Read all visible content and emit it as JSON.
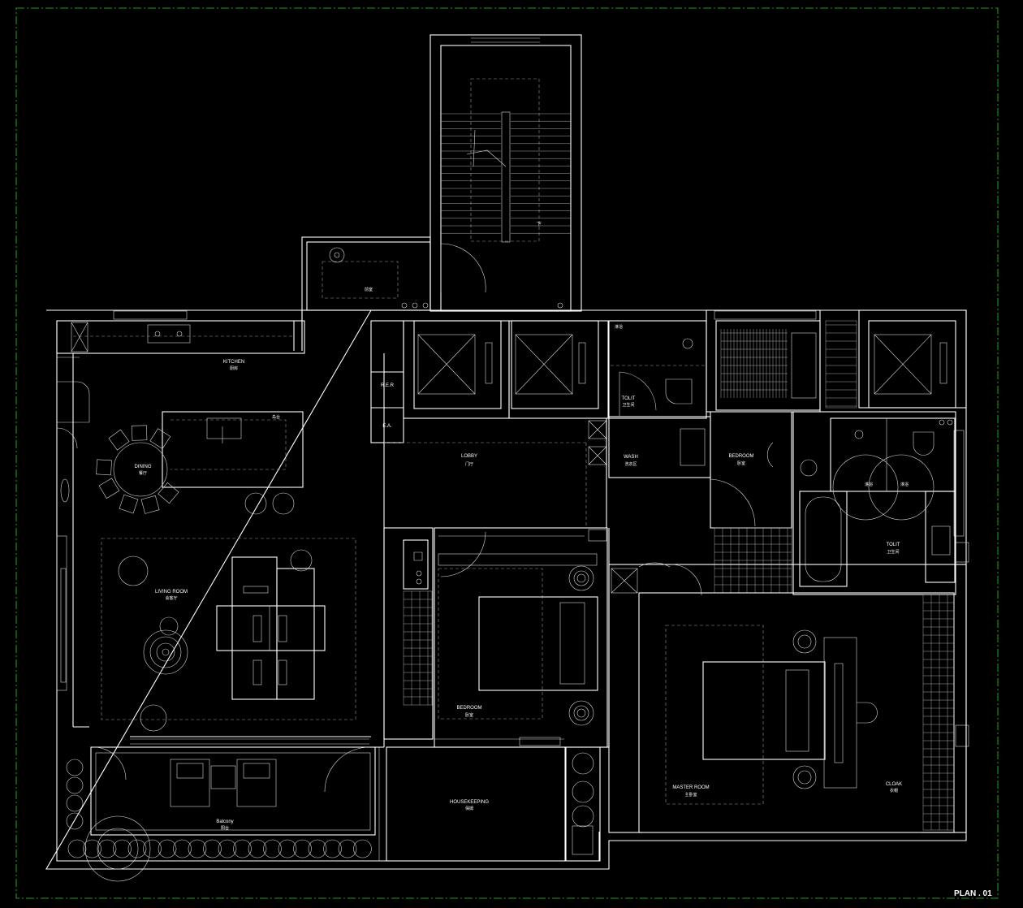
{
  "plan": {
    "title": "PLAN . 01",
    "rooms": [
      {
        "id": "kitchen",
        "en": "KITCHEN",
        "cn": "厨房"
      },
      {
        "id": "dining",
        "en": "DINING",
        "cn": "餐厅"
      },
      {
        "id": "living",
        "en": "LIVING ROOM",
        "cn": "会客厅"
      },
      {
        "id": "balcony",
        "en": "Balcony",
        "cn": "阳台"
      },
      {
        "id": "lobby",
        "en": "LOBBY",
        "cn": "门厅"
      },
      {
        "id": "bedroom-a",
        "en": "BEDROOM",
        "cn": "卧室"
      },
      {
        "id": "housekeeping",
        "en": "HOUSEKEEPING",
        "cn": "保姆"
      },
      {
        "id": "toilet-a",
        "en": "TOLIT",
        "cn": "卫生间"
      },
      {
        "id": "wash",
        "en": "WASH",
        "cn": "洗衣区"
      },
      {
        "id": "bedroom-b",
        "en": "BEDROOM",
        "cn": "卧室"
      },
      {
        "id": "toilet-b",
        "en": "TOLIT",
        "cn": "卫生间"
      },
      {
        "id": "master",
        "en": "MASTER ROOM",
        "cn": "主卧室"
      },
      {
        "id": "cloak",
        "en": "CLOAK",
        "cn": "衣帽"
      }
    ],
    "shaft_labels": {
      "rer": "R.E.R",
      "ea": "E.A."
    },
    "stair_label": "下",
    "lift_hall_label": "前室",
    "island_label": "岛台",
    "small_labels": {
      "top_left": "淋浴",
      "shower_left": "淋浴",
      "shower_right": "淋浴"
    }
  }
}
